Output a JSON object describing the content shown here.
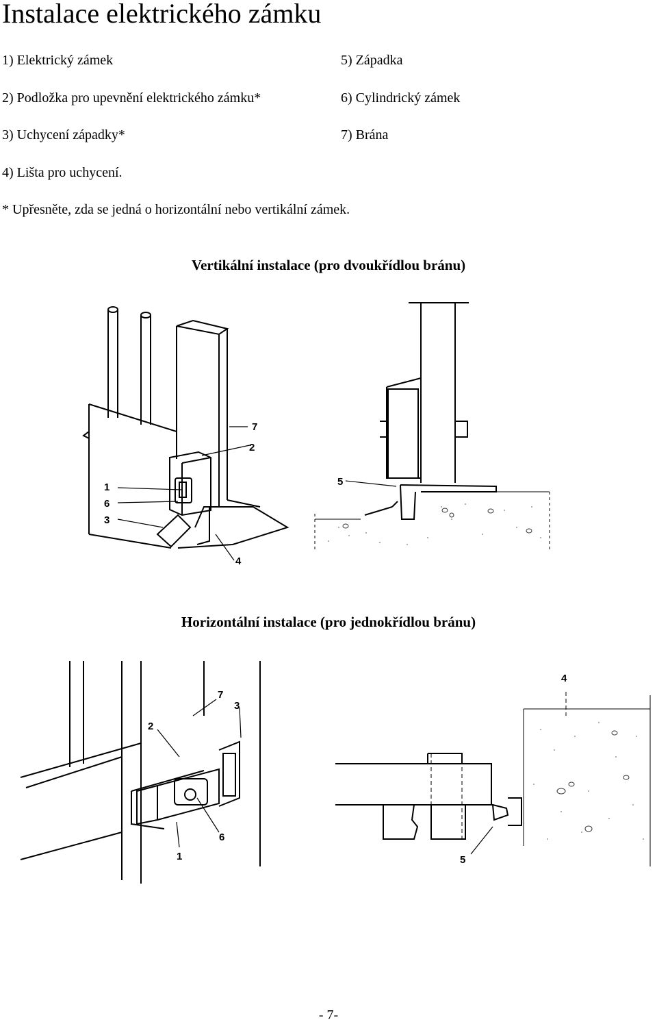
{
  "title": "Instalace elektrického zámku",
  "legend": {
    "left": [
      "1) Elektrický zámek",
      "2) Podložka pro upevnění elektrického zámku*",
      "3) Uchycení západky*",
      "4) Lišta pro uchycení."
    ],
    "right": [
      "5) Západka",
      "6) Cylindrický zámek",
      "7) Brána"
    ]
  },
  "note": "* Upřesněte, zda se jedná o horizontální nebo vertikální zámek.",
  "sections": {
    "vertical": {
      "heading": "Vertikální instalace (pro dvoukřídlou bránu)",
      "left_callouts": [
        "7",
        "2",
        "1",
        "6",
        "3",
        "4"
      ],
      "right_callouts": [
        "5"
      ]
    },
    "horizontal": {
      "heading": "Horizontální instalace (pro jednokřídlou bránu)",
      "left_callouts": [
        "7",
        "3",
        "2",
        "6",
        "1"
      ],
      "right_callouts": [
        "4",
        "5"
      ]
    }
  },
  "page_number": "- 7-"
}
